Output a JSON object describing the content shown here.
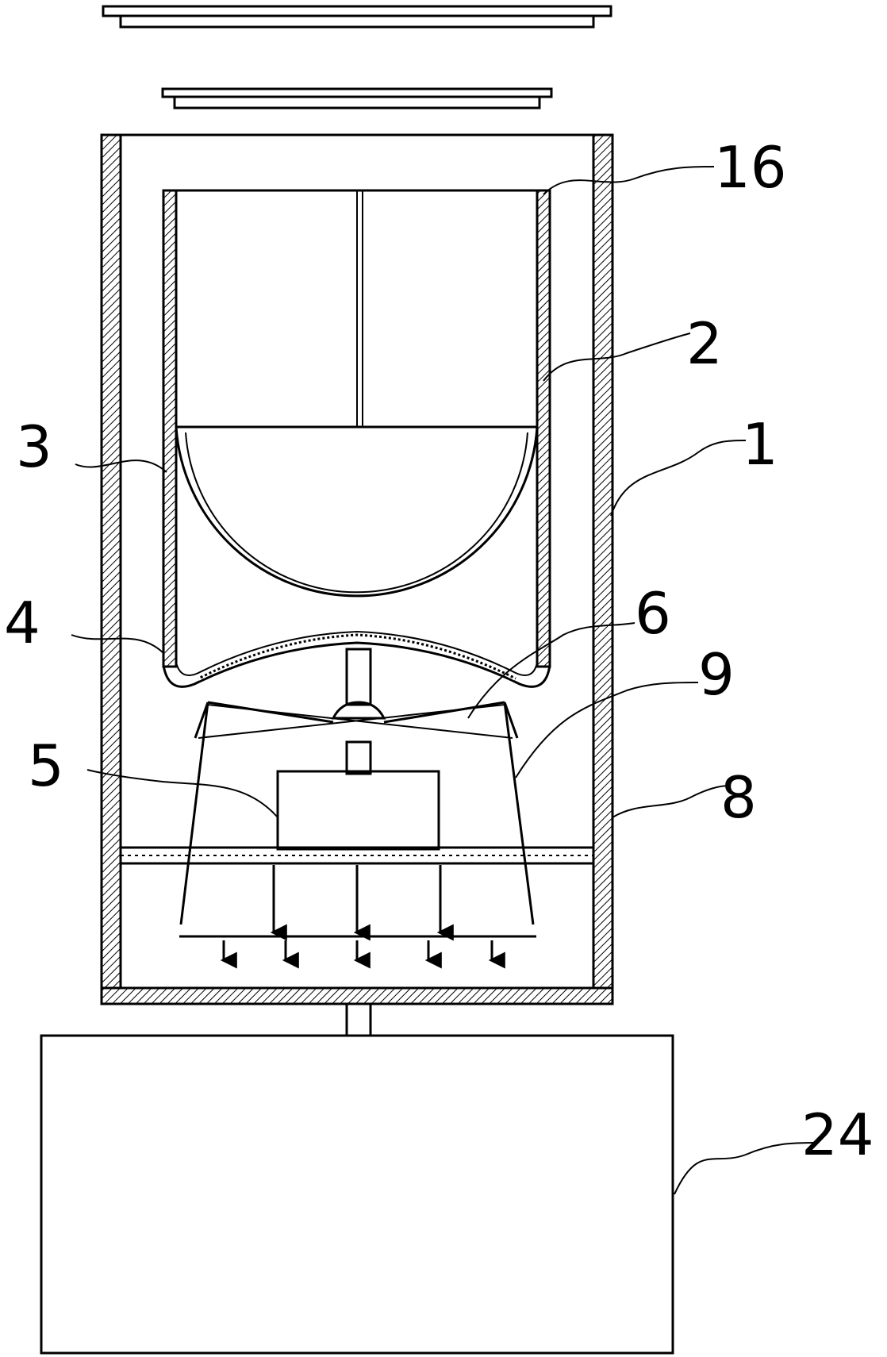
{
  "labels": {
    "l16": "16",
    "l2": "2",
    "l1": "1",
    "l3": "3",
    "l4": "4",
    "l6": "6",
    "l9": "9",
    "l5": "5",
    "l8": "8",
    "l24": "24"
  },
  "colors": {
    "line": "#000000",
    "background": "#ffffff"
  }
}
